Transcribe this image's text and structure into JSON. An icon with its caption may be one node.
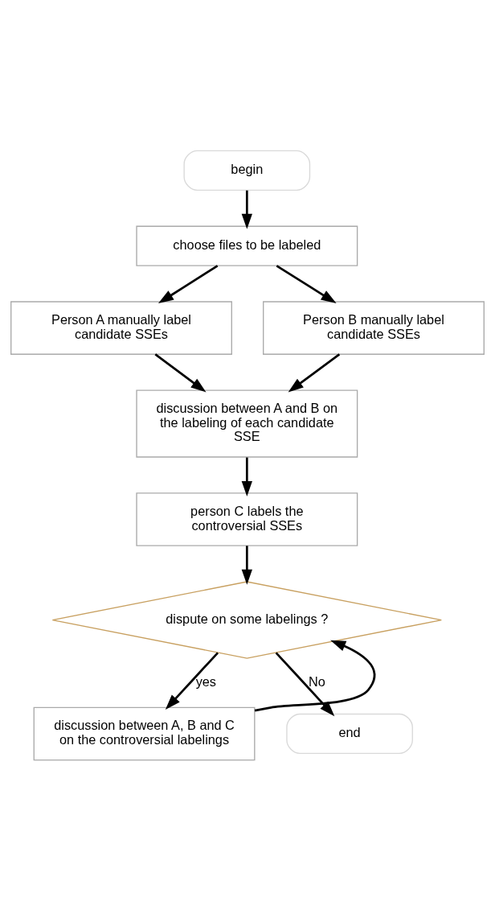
{
  "diagram": {
    "nodes": [
      {
        "text": [
          "begin"
        ]
      },
      {
        "text": [
          "choose files to be labeled"
        ]
      },
      {
        "text": [
          "Person A manually label candidate SSEs"
        ]
      },
      {
        "text": [
          "Person B manually label candidate SSEs"
        ]
      },
      {
        "text": [
          "discussion between A and B on the labeling of each candidate SSE"
        ]
      },
      {
        "text": [
          "person C labels the controversial SSEs"
        ]
      },
      {
        "text": [
          "dispute on some labelings ?"
        ]
      },
      {
        "text": [
          "discussion between A, B and C on the controversial labelings"
        ]
      },
      {
        "text": [
          "end"
        ]
      }
    ],
    "edges": [
      {
        "from": 0,
        "to": 1,
        "arrow": "to"
      },
      {
        "from": 1,
        "to": 2,
        "arrow": "to"
      },
      {
        "from": 1,
        "to": 3,
        "arrow": "to"
      },
      {
        "from": 2,
        "to": 4,
        "arrow": "to"
      },
      {
        "from": 3,
        "to": 4,
        "arrow": "to"
      },
      {
        "from": 4,
        "to": 5,
        "arrow": "to"
      },
      {
        "from": 5,
        "to": 6,
        "arrow": "to"
      },
      {
        "from": 6,
        "to": 7,
        "label": "yes",
        "arrow": "to"
      },
      {
        "from": 7,
        "to": 6,
        "arrow": "to"
      },
      {
        "from": 6,
        "to": 8,
        "label": "No",
        "arrow": "to"
      }
    ]
  }
}
